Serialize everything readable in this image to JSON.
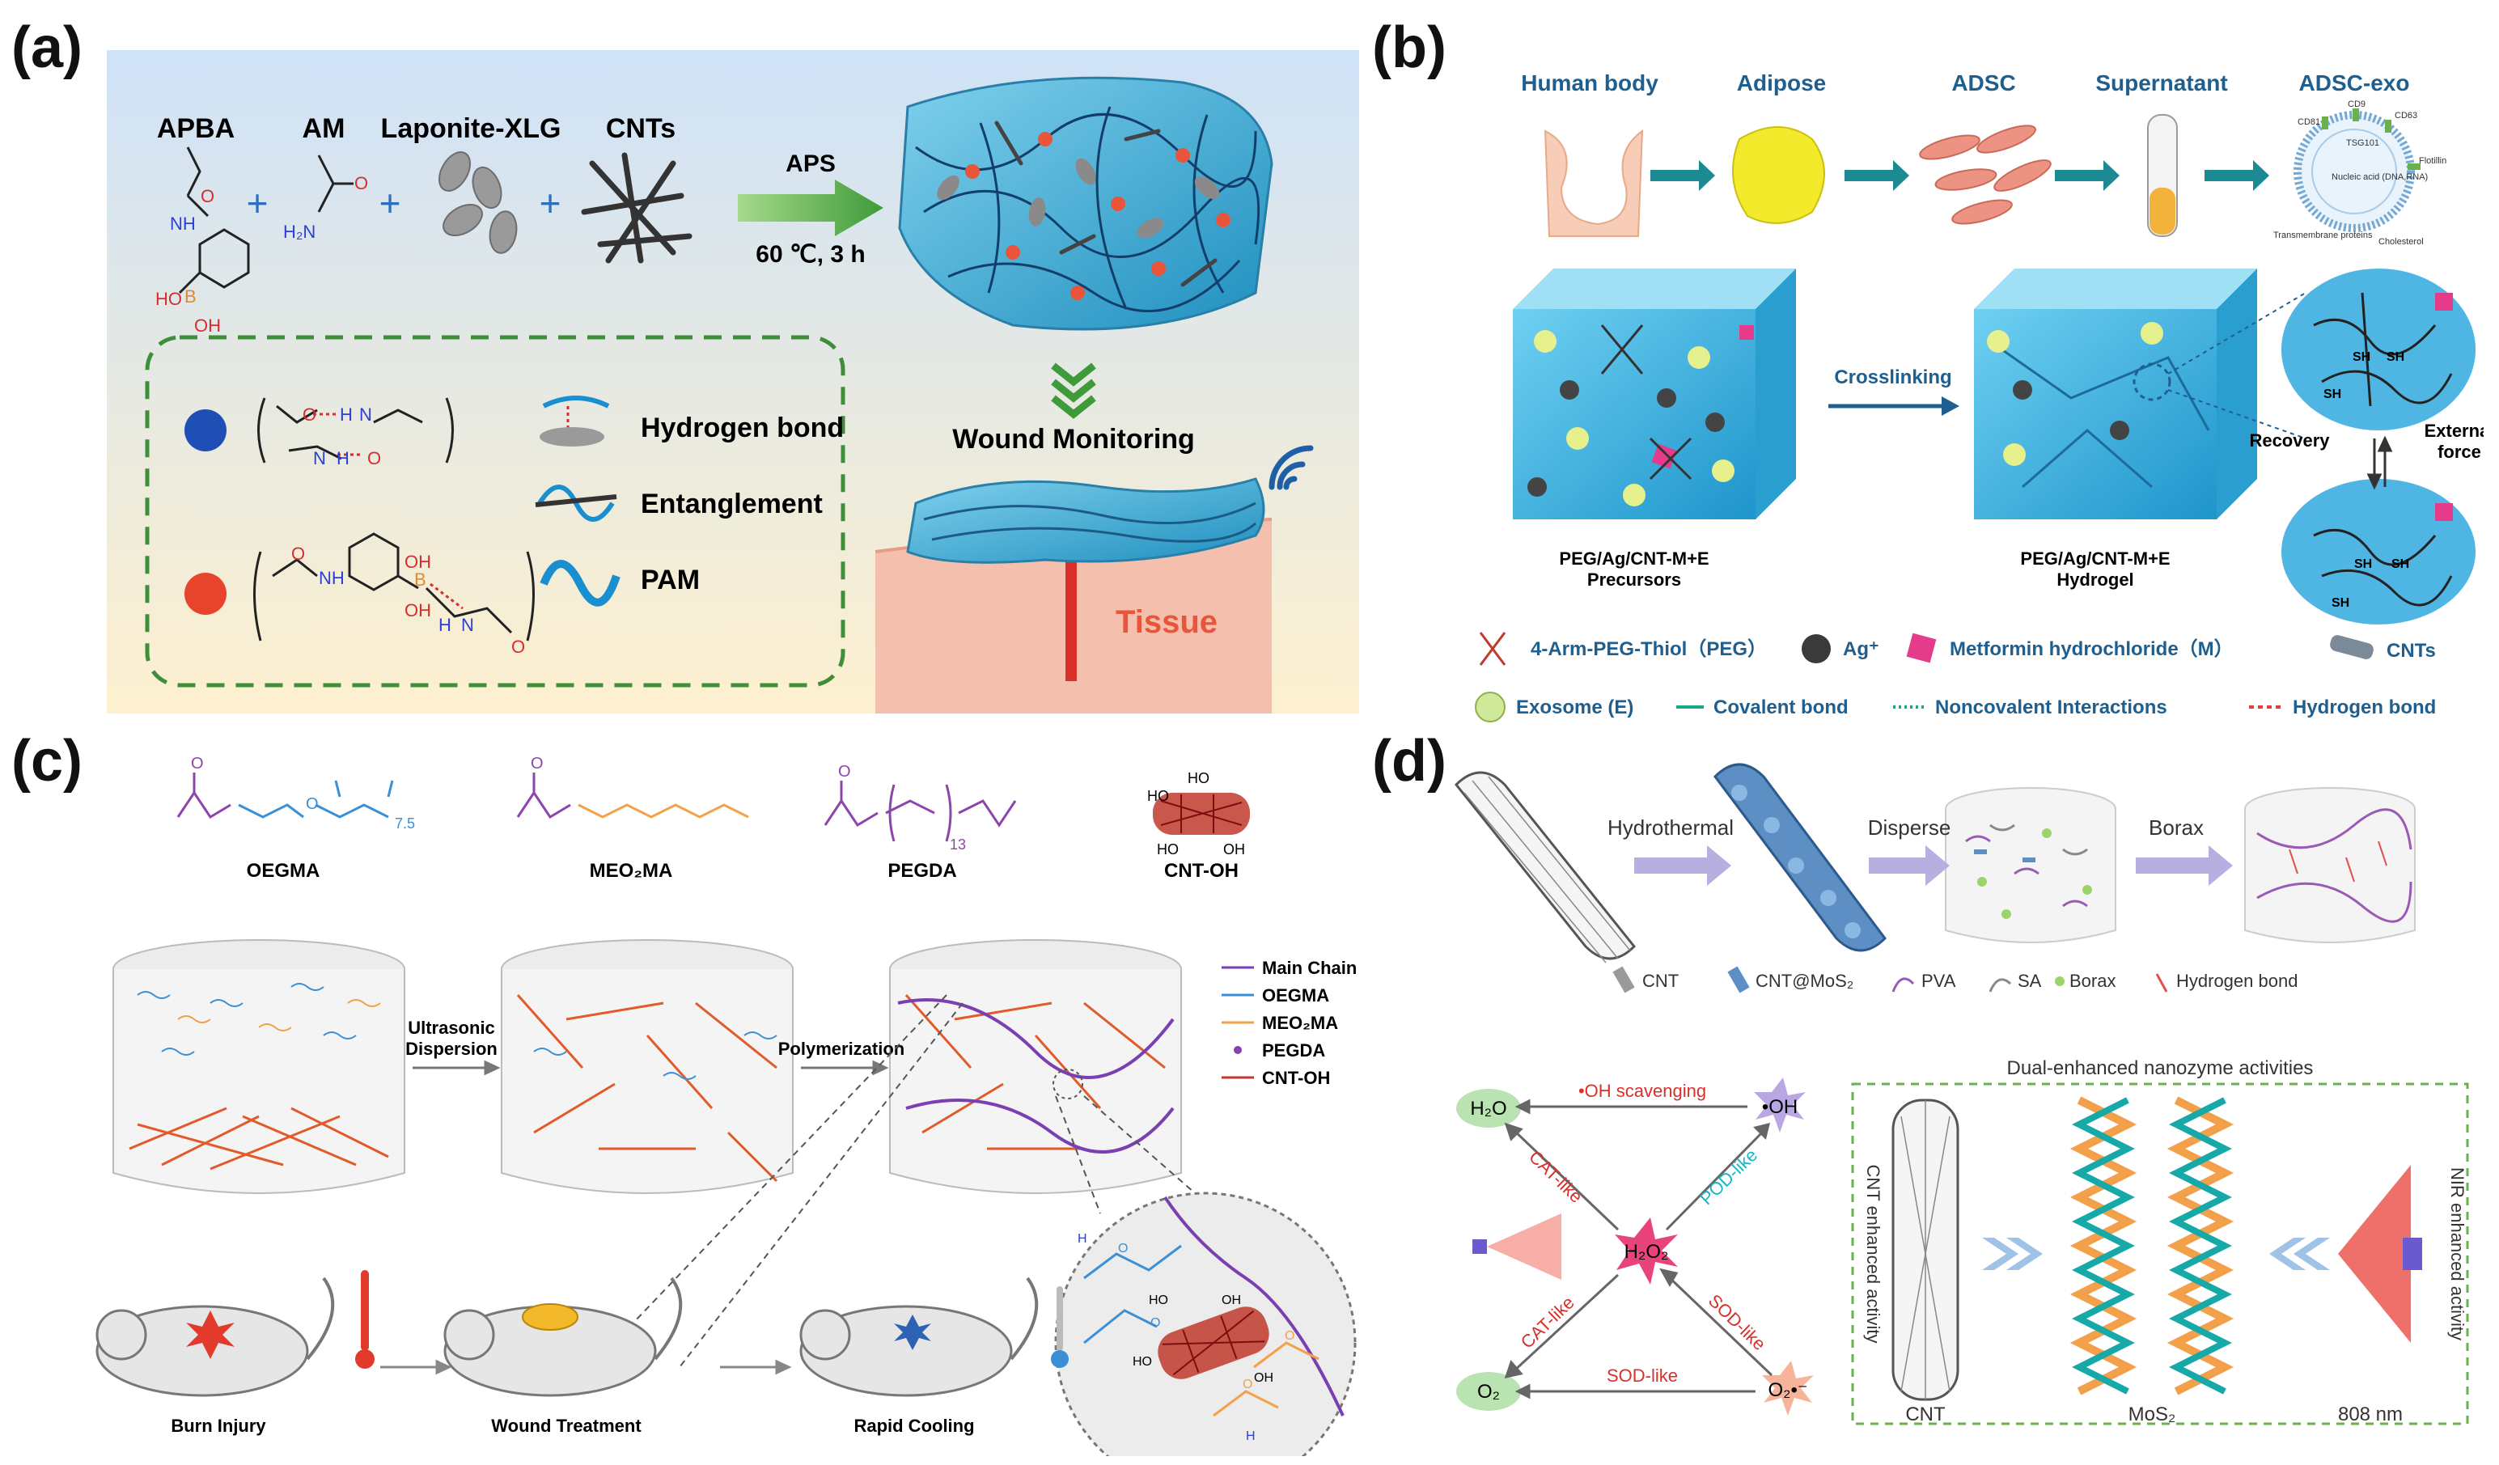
{
  "panel_labels": {
    "a": "(a)",
    "b": "(b)",
    "c": "(c)",
    "d": "(d)"
  },
  "panel_a": {
    "reagents": [
      "APBA",
      "AM",
      "Laponite-XLG",
      "CNTs"
    ],
    "plus": "+",
    "arrow_top": "APS",
    "arrow_bottom": "60 ℃, 3 h",
    "atoms": {
      "nh": "NH",
      "h2n": "H₂N",
      "o": "O",
      "b": "B",
      "ho": "HO",
      "oh": "OH",
      "h": "H",
      "n": "N"
    },
    "monitoring": "Wound Monitoring",
    "tissue": "Tissue",
    "legend": [
      "Hydrogen bond",
      "Entanglement",
      "PAM"
    ],
    "colors": {
      "bg_top": "#cfe2f7",
      "bg_bottom": "#fdf0cf",
      "hydrogel": "#4fb6d9",
      "legend_border": "#3e8e3a",
      "arrow": "#3f9b3a"
    }
  },
  "panel_b": {
    "flow": [
      "Human body",
      "Adipose",
      "ADSC",
      "Supernatant",
      "ADSC-exo"
    ],
    "exo_labels": [
      "CD81",
      "CD9",
      "CD63",
      "TSG101",
      "Flotillin",
      "Nucleic acid (DNA,RNA)",
      "Transmembrane proteins",
      "Cholesterol"
    ],
    "crosslinking": "Crosslinking",
    "precursors": [
      "PEG/Ag/CNT-M+E",
      "Precursors"
    ],
    "hydrogel": [
      "PEG/Ag/CNT-M+E",
      "Hydrogel"
    ],
    "recovery": "Recovery",
    "external_force": [
      "External",
      "force"
    ],
    "sh": "SH",
    "legend": [
      "4-Arm-PEG-Thiol（PEG）",
      "Ag⁺",
      "Metformin hydrochloride（M）",
      "CNTs",
      "Exosome (E)",
      "Covalent bond",
      "Noncovalent Interactions",
      "Hydrogen bond"
    ],
    "colors": {
      "cube": "#3fb1e0",
      "arrow": "#1b8a93",
      "text": "#1f5f8f"
    }
  },
  "panel_c": {
    "monomers": [
      "OEGMA",
      "MEO₂MA",
      "PEGDA",
      "CNT-OH"
    ],
    "subscripts": [
      "7.5",
      "13"
    ],
    "steps": [
      [
        "Ultrasonic",
        "Dispersion"
      ],
      [
        "Polymerization"
      ]
    ],
    "legend": [
      "Main Chain",
      "OEGMA",
      "MEO₂MA",
      "PEGDA",
      "CNT-OH"
    ],
    "mice": [
      "Burn Injury",
      "Wound Treatment",
      "Rapid Cooling"
    ],
    "atoms": {
      "ho": "HO",
      "oh": "OH",
      "o": "O",
      "h": "H"
    },
    "colors": {
      "main": "#7a3fb0",
      "oegma": "#3b8fd6",
      "meo2ma": "#f2a04a",
      "pegda": "#8a3fb0",
      "cnt": "#c0392b"
    }
  },
  "panel_d": {
    "steps": [
      "Hydrothermal",
      "Disperse",
      "Borax"
    ],
    "legend": [
      "CNT",
      "CNT@MoS₂",
      "PVA",
      "SA",
      "Borax",
      "Hydrogen bond"
    ],
    "species": [
      "H₂O",
      "•OH",
      "H₂O₂",
      "O₂",
      "O₂•⁻"
    ],
    "reactions": [
      "•OH scavenging",
      "CAT-like",
      "POD-like",
      "SOD-like",
      "CAT-like",
      "SOD-like"
    ],
    "title": "Dual-enhanced nanozyme activities",
    "side_labels": [
      "CNT enhanced activity",
      "NIR enhanced activity"
    ],
    "bottom": [
      "CNT",
      "MoS₂",
      "808 nm"
    ],
    "colors": {
      "arrow": "#b5b0e0",
      "red": "#d9302b",
      "teal": "#17b7c9",
      "green_bg": "#b9e3b0"
    }
  }
}
